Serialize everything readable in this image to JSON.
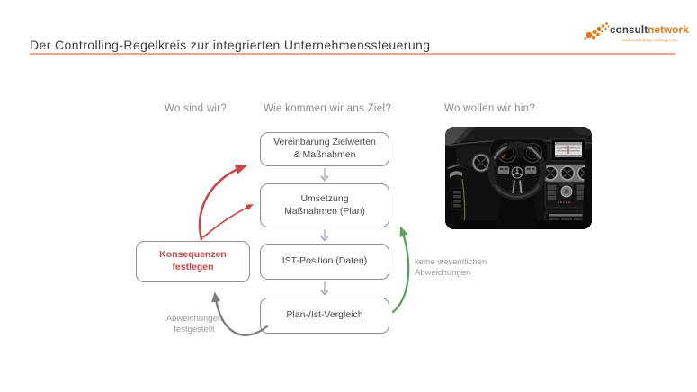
{
  "header": {
    "title": "Der Controlling-Regelkreis zur integrierten Unternehmenssteuerung",
    "underline_color": "#e9a88f"
  },
  "logo": {
    "consult": "consult",
    "network": "network",
    "url": "www.controlling-strategy.com",
    "orange": "#e87511",
    "dark": "#3c3c3c"
  },
  "columns": [
    {
      "label": "Wo sind wir?"
    },
    {
      "label": "Wie kommen wir ans Ziel?"
    },
    {
      "label": "Wo wollen wir hin?"
    }
  ],
  "diagram": {
    "boxes": [
      {
        "id": "vereinbarung",
        "lines": [
          "Vereinbarung Zielwerten",
          "& Maßnahmen"
        ]
      },
      {
        "id": "umsetzung",
        "lines": [
          "Umsetzung",
          "Maßnahmen (Plan)"
        ]
      },
      {
        "id": "ist-position",
        "lines": [
          "IST-Position (Daten)"
        ]
      },
      {
        "id": "plan-ist-vergleich",
        "lines": [
          "Plan-/Ist-Vergleich"
        ]
      },
      {
        "id": "konsequenzen",
        "lines": [
          "Konsequenzen",
          "festlegen"
        ],
        "text_color": "#c94746"
      }
    ],
    "labels": {
      "abweichungen": [
        "Abweichungen",
        "festgestellt"
      ],
      "keine": [
        "keine wesentlichen",
        "Abweichungen"
      ]
    },
    "colors": {
      "red_arrow": "#c94746",
      "green_arrow": "#5ca05a",
      "gray_arrow": "#7d7d7d",
      "connector": "#98a1af",
      "box_border": "#8f8f8f",
      "box_text": "#4a4a4a",
      "label_gray": "#9b9b9b",
      "header_gray": "#8c8c8c"
    }
  },
  "car_image": {
    "description": "car-dashboard-interior"
  }
}
